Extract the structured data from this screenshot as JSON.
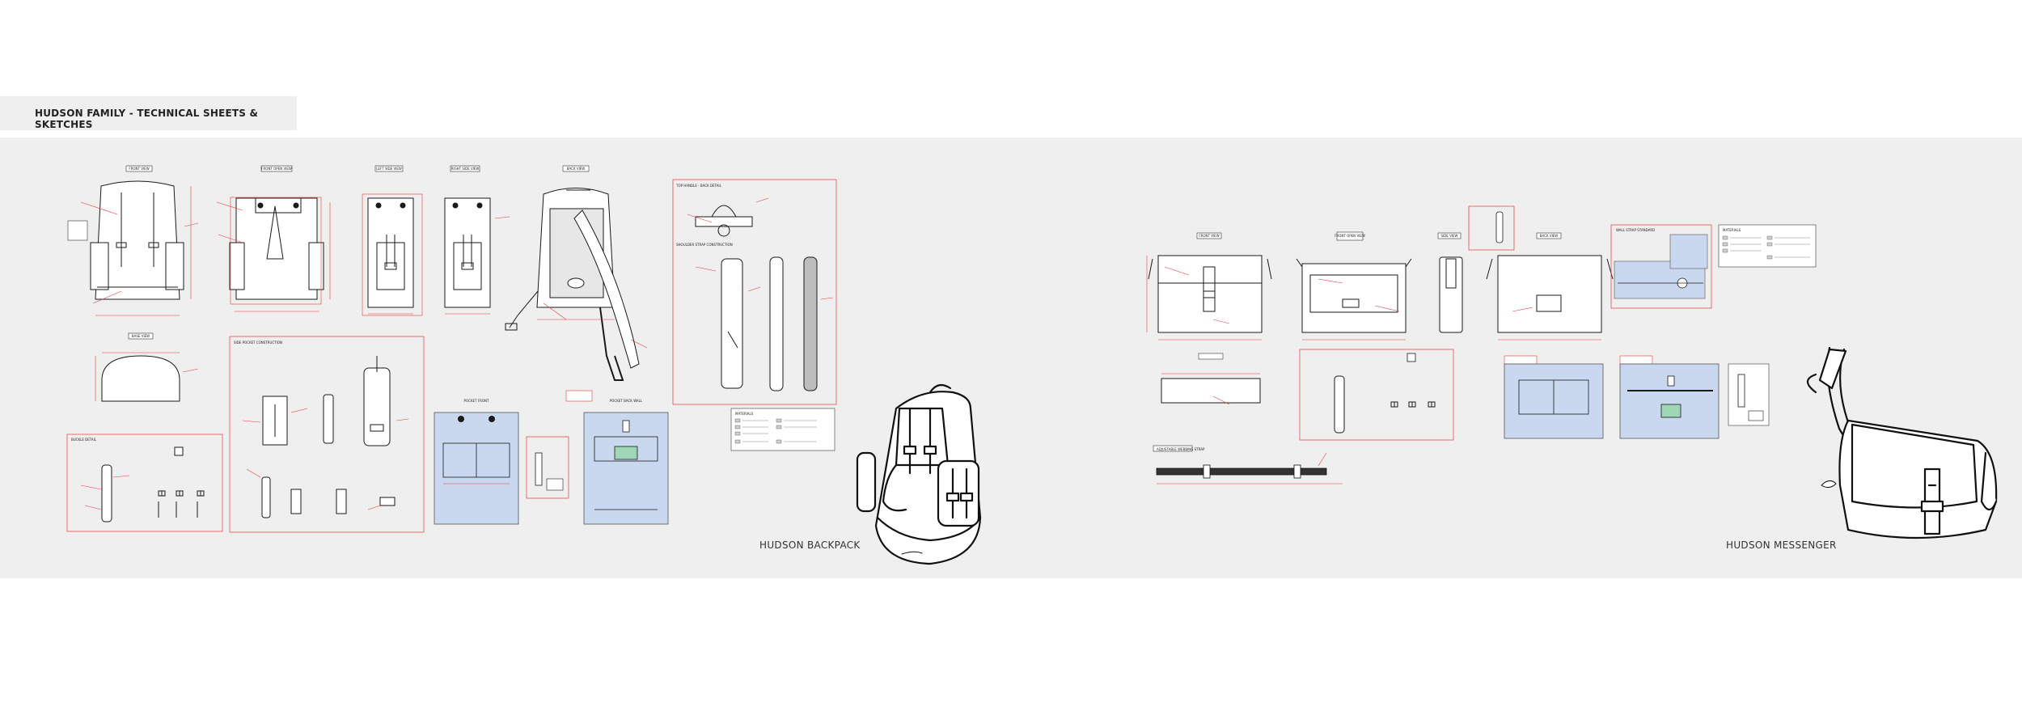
{
  "page": {
    "title": "HUDSON FAMILY - TECHNICAL SHEETS & SKETCHES"
  },
  "labels": {
    "backpack": "HUDSON BACKPACK",
    "messenger": "HUDSON MESSENGER"
  },
  "backpack_views": [
    "FRONT VIEW",
    "FRONT OPEN VIEW",
    "LEFT SIDE VIEW",
    "RIGHT SIDE VIEW",
    "BACK VIEW"
  ],
  "messenger_views": [
    "FRONT VIEW",
    "FRONT OPEN VIEW",
    "SIDE VIEW",
    "BACK VIEW"
  ],
  "section_titles": {
    "top_handle": "TOP HANDLE - BACK DETAIL",
    "shoulder_strap": "SHOULDER STRAP CONSTRUCTION",
    "side_pocket": "SIDE POCKET CONSTRUCTION",
    "bottom_view": "BASE VIEW",
    "buckle": "BUCKLE DETAIL",
    "materials": "MATERIALS",
    "pocket_front": "POCKET FRONT",
    "back_wall": "POCKET BACK WALL",
    "adjustable_strap": "ADJUSTABLE WEBBING STRAP",
    "wall_strap": "WALL STRAP STANDARD"
  },
  "colors": {
    "board": "#efefef",
    "annotation": "#e8393a",
    "lining": "#c9d8ef",
    "ink": "#1a1a1a"
  }
}
